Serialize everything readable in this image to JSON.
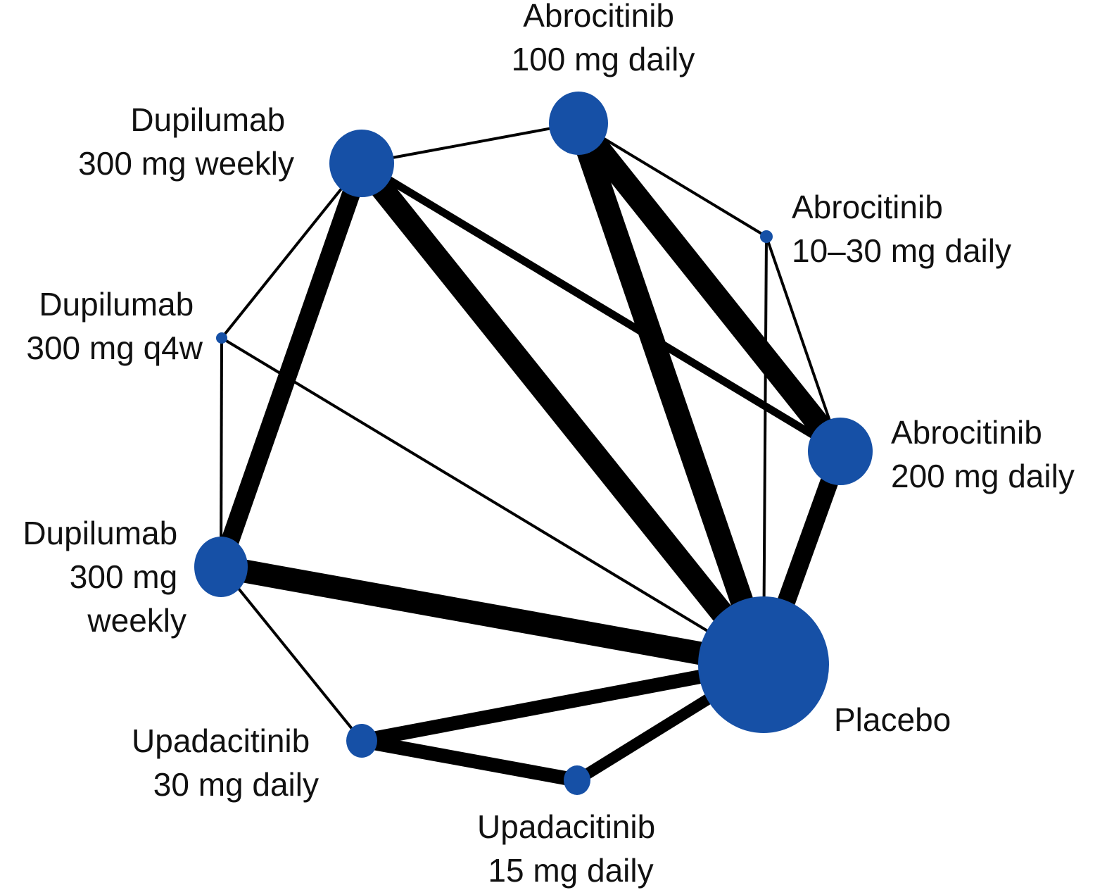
{
  "figure": {
    "type": "network-meta-analysis-graph",
    "node_color": "#1650a6",
    "edge_color": "#000000"
  },
  "nodes": [
    {
      "id": "dupi_weekly_top",
      "lines": [
        "Dupilumab",
        "300 mg weekly"
      ]
    },
    {
      "id": "abro100",
      "lines": [
        "Abrocitinib",
        "100 mg daily"
      ]
    },
    {
      "id": "abro10_30",
      "lines": [
        "Abrocitinib",
        "10–30 mg daily"
      ]
    },
    {
      "id": "abro200",
      "lines": [
        "Abrocitinib",
        "200 mg daily"
      ]
    },
    {
      "id": "placebo",
      "lines": [
        "Placebo"
      ]
    },
    {
      "id": "upa15",
      "lines": [
        "Upadacitinib",
        "15 mg daily"
      ]
    },
    {
      "id": "upa30",
      "lines": [
        "Upadacitinib",
        "30 mg daily"
      ]
    },
    {
      "id": "dupi_weekly_bottom",
      "lines": [
        "Dupilumab",
        "300 mg",
        "weekly"
      ]
    },
    {
      "id": "dupi_q4w",
      "lines": [
        "Dupilumab",
        "300 mg q4w"
      ]
    }
  ],
  "edges": [
    {
      "from": "dupi_weekly_top",
      "to": "abro100",
      "weight": 1
    },
    {
      "from": "dupi_weekly_top",
      "to": "placebo",
      "weight": 6
    },
    {
      "from": "dupi_weekly_top",
      "to": "abro200",
      "weight": 2
    },
    {
      "from": "dupi_weekly_top",
      "to": "dupi_weekly_bottom",
      "weight": 5
    },
    {
      "from": "dupi_weekly_top",
      "to": "dupi_q4w",
      "weight": 1
    },
    {
      "from": "abro100",
      "to": "placebo",
      "weight": 6
    },
    {
      "from": "abro100",
      "to": "abro200",
      "weight": 6
    },
    {
      "from": "abro100",
      "to": "abro10_30",
      "weight": 1
    },
    {
      "from": "abro10_30",
      "to": "placebo",
      "weight": 1
    },
    {
      "from": "abro10_30",
      "to": "abro200",
      "weight": 1
    },
    {
      "from": "abro200",
      "to": "placebo",
      "weight": 5
    },
    {
      "from": "dupi_q4w",
      "to": "placebo",
      "weight": 1
    },
    {
      "from": "dupi_q4w",
      "to": "dupi_weekly_bottom",
      "weight": 1
    },
    {
      "from": "dupi_weekly_bottom",
      "to": "placebo",
      "weight": 6
    },
    {
      "from": "dupi_weekly_bottom",
      "to": "upa30",
      "weight": 1
    },
    {
      "from": "upa30",
      "to": "placebo",
      "weight": 4
    },
    {
      "from": "upa30",
      "to": "upa15",
      "weight": 4
    },
    {
      "from": "upa15",
      "to": "placebo",
      "weight": 3
    }
  ]
}
